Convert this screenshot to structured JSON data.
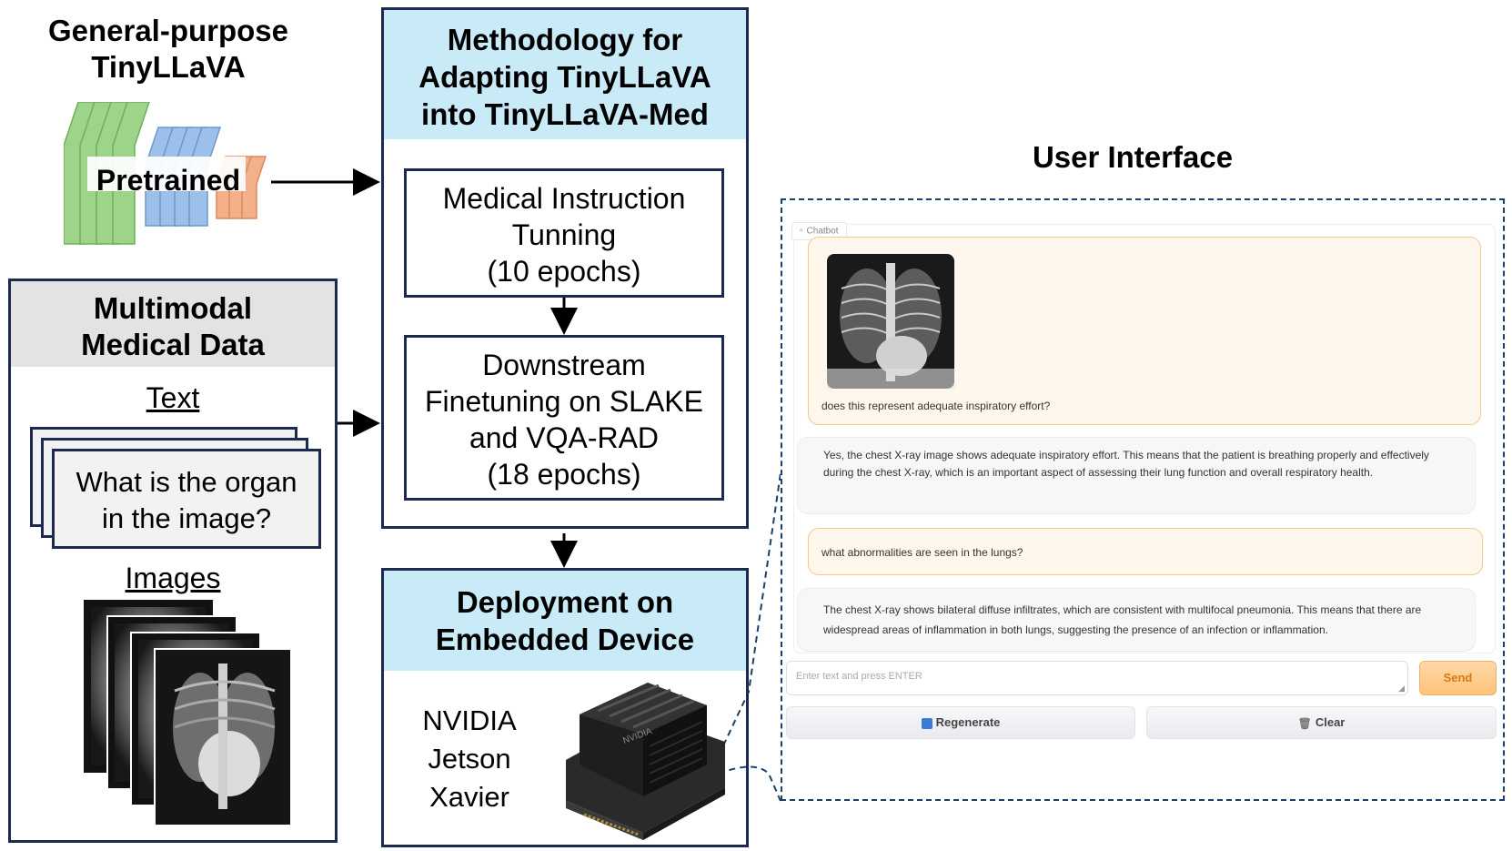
{
  "general_purpose": {
    "title_line1": "General-purpose",
    "title_line2": "TinyLLaVA",
    "model_label": "Pretrained"
  },
  "multimodal": {
    "title_line1": "Multimodal",
    "title_line2": "Medical Data",
    "text_label": "Text",
    "question_line1": "What is the organ",
    "question_line2": "in the image?",
    "images_label": "Images"
  },
  "methodology": {
    "title_line1": "Methodology for",
    "title_line2": "Adapting TinyLLaVA",
    "title_line3": "into TinyLLaVA-Med",
    "step1_line1": "Medical Instruction",
    "step1_line2": "Tunning",
    "step1_line3": "(10 epochs)",
    "step2_line1": "Downstream",
    "step2_line2": "Finetuning on SLAKE",
    "step2_line3": "and VQA-RAD",
    "step2_line4": "(18 epochs)"
  },
  "deployment": {
    "title_line1": "Deployment on",
    "title_line2": "Embedded Device",
    "device_line1": "NVIDIA",
    "device_line2": "Jetson",
    "device_line3": "Xavier",
    "device_brand": "NVIDIA"
  },
  "ui": {
    "title": "User Interface",
    "chatbot_tab": "Chatbot",
    "messages": [
      {
        "role": "user",
        "text": "does this represent adequate inspiratory effort?"
      },
      {
        "role": "bot",
        "text": "Yes, the chest X-ray image shows adequate inspiratory effort. This means that the patient is breathing properly and effectively during the chest X-ray, which is an important aspect of assessing their lung function and overall respiratory health."
      },
      {
        "role": "user",
        "text": "what abnormalities are seen in the lungs?"
      },
      {
        "role": "bot",
        "text": "The chest X-ray shows bilateral diffuse infiltrates, which are consistent with multifocal pneumonia. This means that there are widespread areas of inflammation in both lungs, suggesting the presence of an infection or inflammation."
      }
    ],
    "input_placeholder": "Enter text and press ENTER",
    "send_label": "Send",
    "regenerate_label": "Regenerate",
    "clear_label": "Clear"
  },
  "colors": {
    "box_border": "#1b2a4e",
    "header_blue": "#c9ebf8",
    "header_gray": "#e3e3e3",
    "user_bubble": "#fff7ec",
    "send_orange": "#ffc27a"
  }
}
